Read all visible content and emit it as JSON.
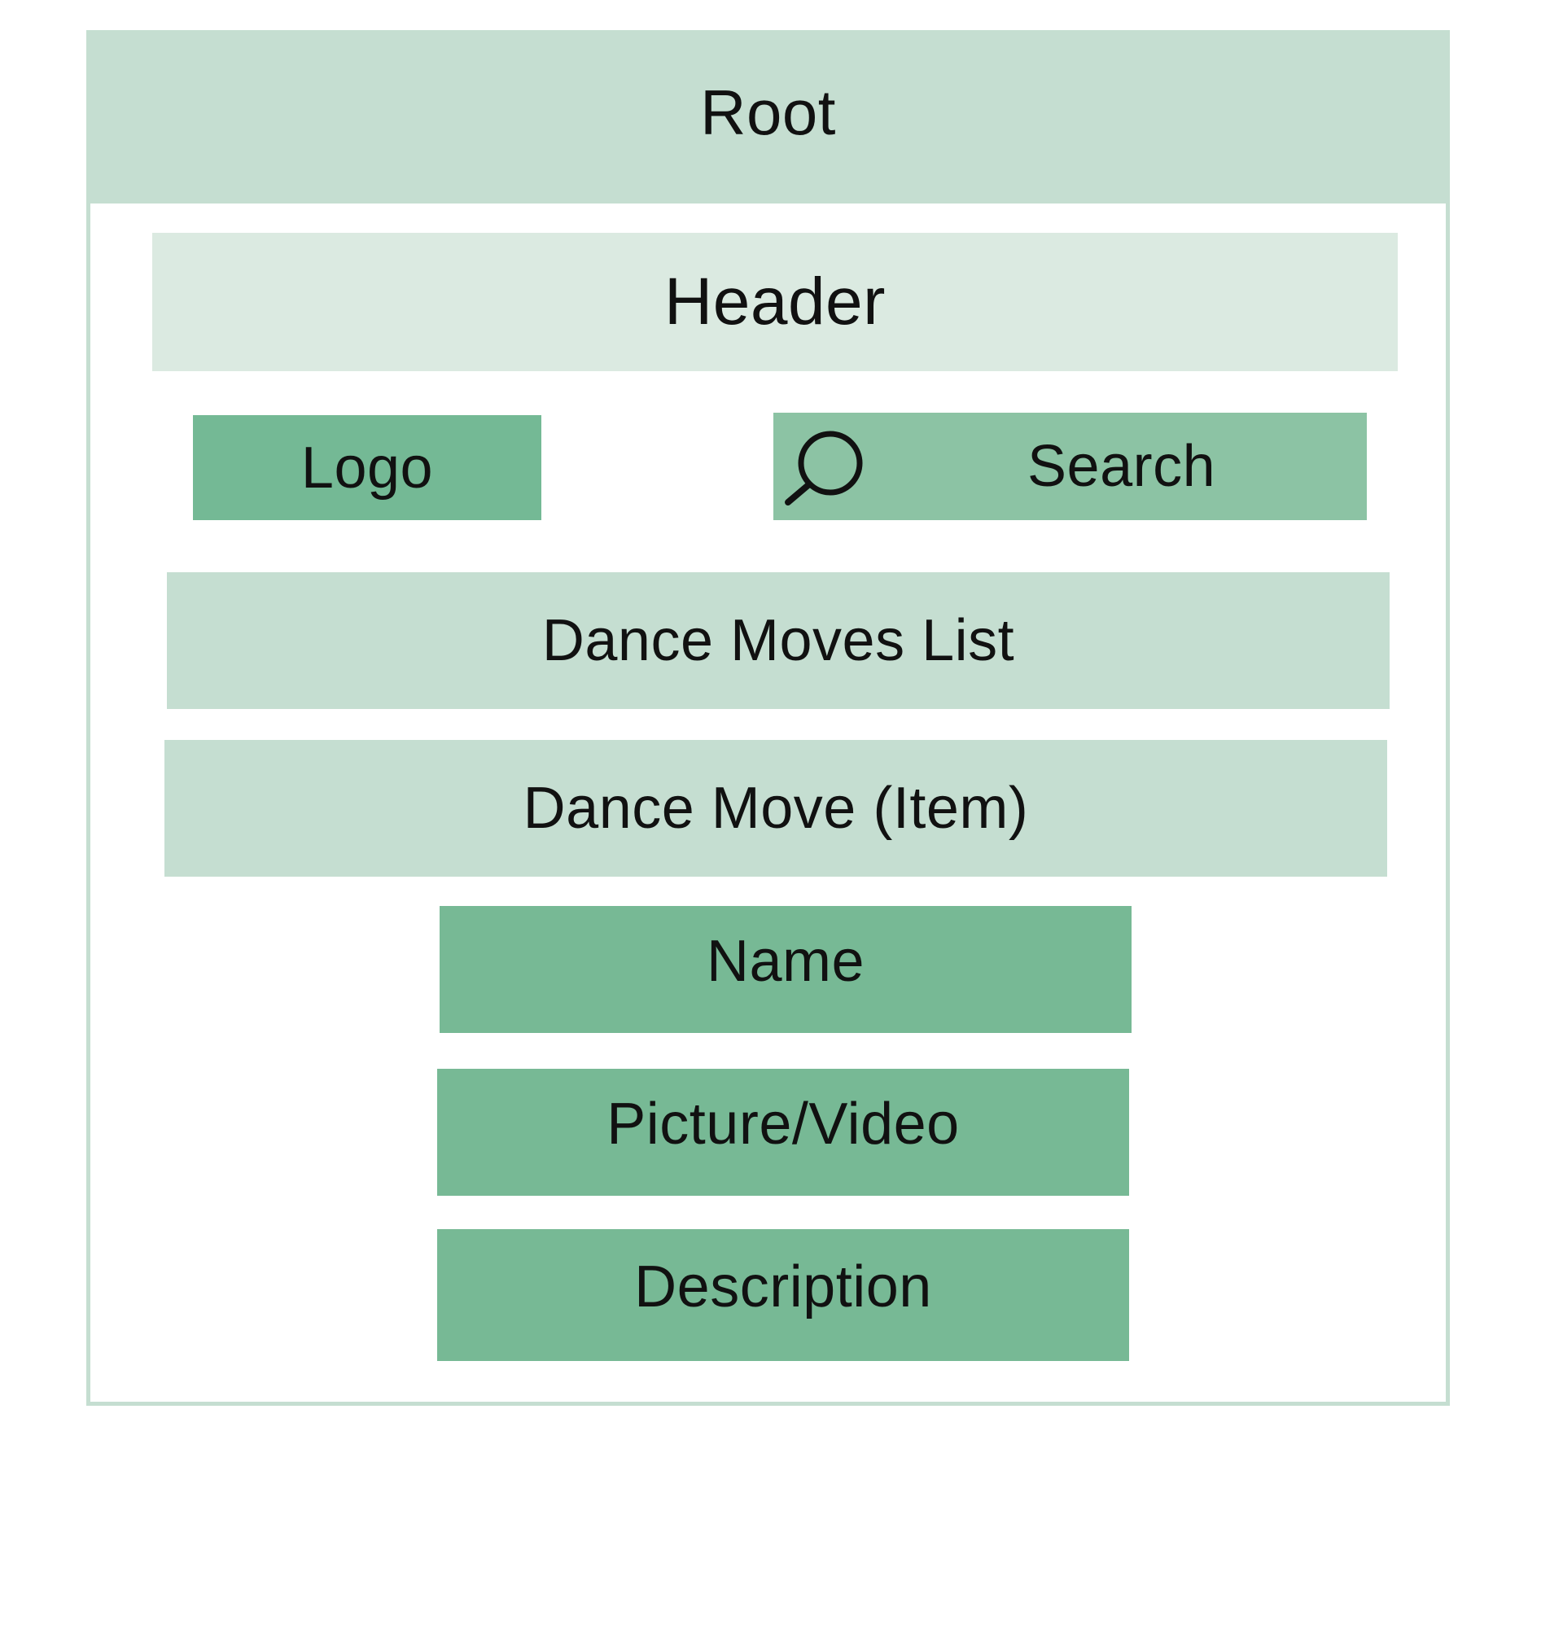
{
  "diagram": {
    "root": {
      "label": "Root"
    },
    "header": {
      "label": "Header"
    },
    "logo": {
      "label": "Logo"
    },
    "search": {
      "label": "Search",
      "icon": "search-icon"
    },
    "dance_moves_list": {
      "label": "Dance Moves List"
    },
    "dance_move_item": {
      "label": "Dance Move (Item)"
    },
    "name": {
      "label": "Name"
    },
    "picture_video": {
      "label": "Picture/Video"
    },
    "description": {
      "label": "Description"
    }
  },
  "colors": {
    "root_fill": "#c5ded1",
    "header_fill": "#dbeae1",
    "logo_fill": "#74b995",
    "search_fill": "#8cc3a4",
    "list_fill": "#c5ded1",
    "item_fill": "#c5ded1",
    "field_fill": "#77b995",
    "text": "#111111"
  }
}
